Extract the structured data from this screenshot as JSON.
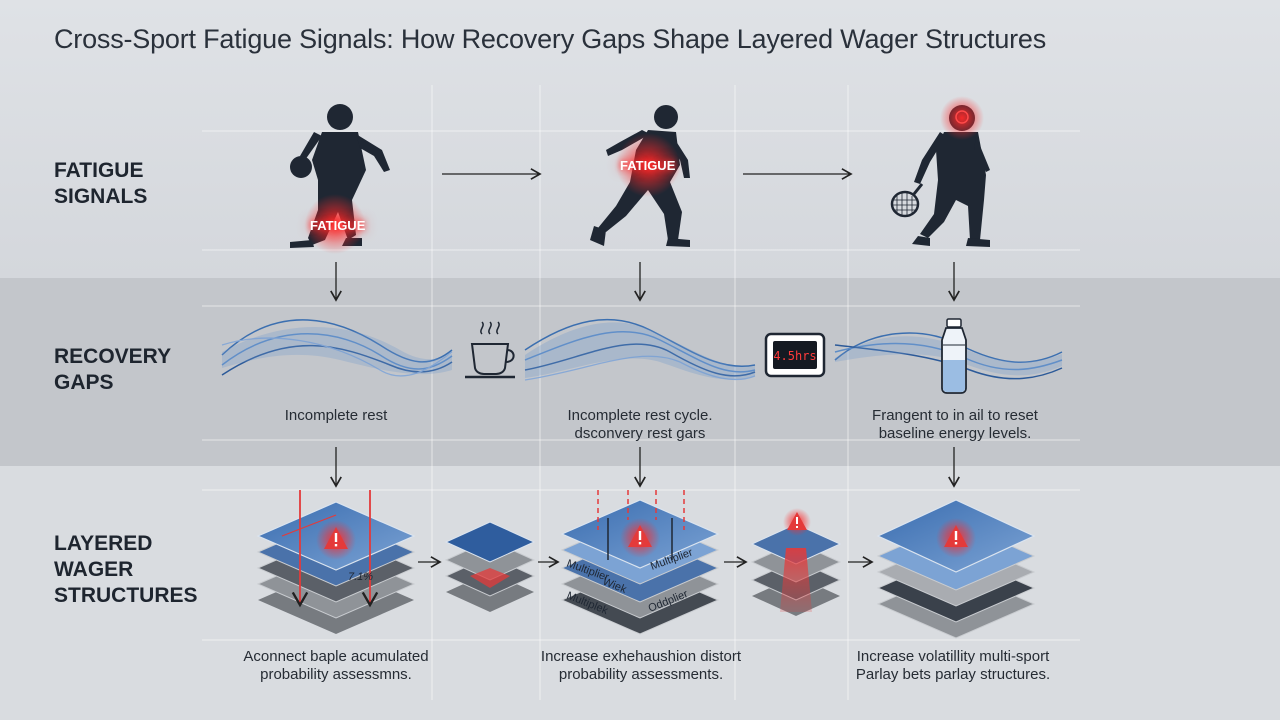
{
  "title": "Cross-Sport Fatigue Signals: How Recovery Gaps Shape Layered Wager Structures",
  "rows": {
    "fatigue": "FATIGUE\nSIGNALS",
    "recovery": "RECOVERY\nGAPS",
    "layered": "LAYERED\nWAGER\nSTRUCTURES"
  },
  "fatigue_tags": [
    "FATIGUE",
    "FATIGUE"
  ],
  "recovery_captions": [
    "Incomplete rest",
    "Incomplete rest cycle.\ndsconvery rest gars",
    "Frangent to in ail to reset\nbaseline energy levels."
  ],
  "timer": "4.5hrs",
  "layer_labels": {
    "stack1": "7.1%",
    "stack3_top_left": "Multiplier",
    "stack3_top_right": "Multiplier",
    "stack3_bottom_left": "Multiplek",
    "stack3_bottom_mid": "Wiek",
    "stack3_bottom_right": "Oddplier"
  },
  "wager_captions": [
    "Aconnect baple acumulated\nprobability assessmns.",
    "Increase exhehaushion distort\nprobability assessments.",
    "Increase volatillity multi-sport\nParlay bets parlay structures."
  ],
  "colors": {
    "accent_blue": "#3b6fb0",
    "alert_red": "#e43a3a",
    "silhouette": "#1f2733"
  }
}
